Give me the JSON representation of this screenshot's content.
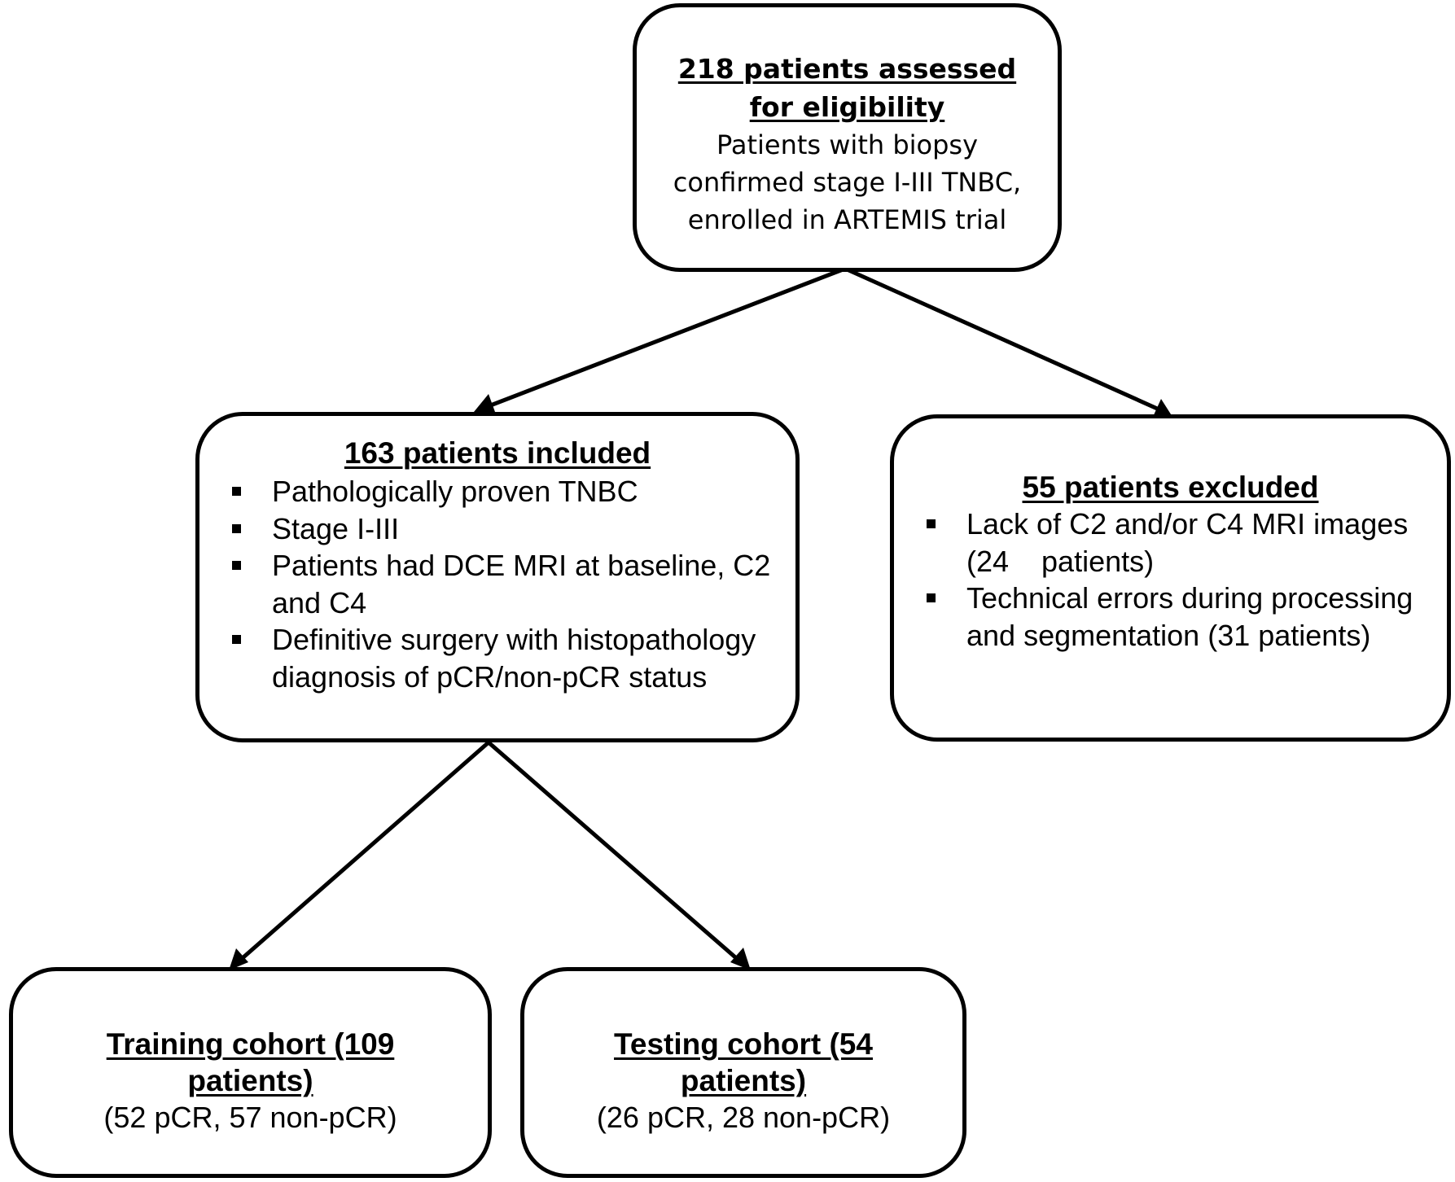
{
  "assessed": {
    "title": "218 patients assessed for eligibility",
    "description": "Patients with biopsy confirmed stage I-III TNBC, enrolled in ARTEMIS trial"
  },
  "included": {
    "title": "163 patients included",
    "criteria": [
      "Pathologically proven TNBC",
      "Stage I-III",
      "Patients had DCE MRI at baseline, C2 and C4",
      "Definitive surgery with histopathology diagnosis of pCR/non-pCR status"
    ]
  },
  "excluded": {
    "title": "55 patients excluded",
    "reasons": [
      "Lack of C2 and/or C4 MRI images (24    patients)",
      "Technical errors during processing and segmentation (31 patients)"
    ]
  },
  "training": {
    "title": "Training cohort (109 patients)",
    "detail": "(52 pCR, 57 non-pCR)"
  },
  "testing": {
    "title": "Testing cohort (54 patients)",
    "detail": "(26 pCR, 28 non-pCR)"
  },
  "bullet_icon": "small-filled-square",
  "colors": {
    "line": "#000000",
    "background": "#ffffff",
    "text": "#000000"
  }
}
